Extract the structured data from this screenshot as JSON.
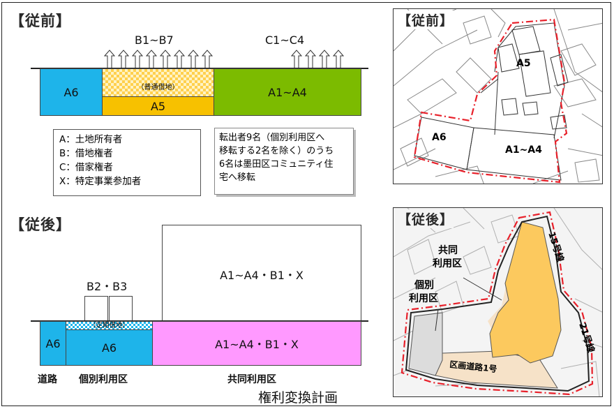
{
  "before": {
    "heading": "【従前】",
    "b_label": "B1~B7",
    "c_label": "C1~C4",
    "block_a6": "A6",
    "block_a5_sub": "（普通借地）",
    "block_a5": "A5",
    "block_a1a4": "A1~A4"
  },
  "legend": {
    "lines": [
      "A：土地所有者",
      "B：借地権者",
      "C：借家権者",
      "X：特定事業参加者"
    ]
  },
  "note": {
    "lines": [
      "転出者9名（個別利用区へ",
      "移転する2名を除く）のうち",
      "6名は墨田区コミュニティ住",
      "宅へ移転"
    ]
  },
  "after": {
    "heading": "【従後】",
    "tower_label": "A1~A4・B1・X",
    "b_label": "B2・B3",
    "block_a6_left": "A6",
    "block_sub": "（定期借地）",
    "block_a6": "A6",
    "block_main": "A1~A4・B1・X",
    "bottom_road": "道路",
    "bottom_individual": "個別利用区",
    "bottom_joint": "共同利用区"
  },
  "map_before": {
    "heading": "【従前】",
    "label_a5": "A5",
    "label_a6": "A6",
    "label_a1a4": "A1~A4"
  },
  "map_after": {
    "heading": "【従後】",
    "label_joint_1": "共同",
    "label_joint_2": "利用区",
    "label_indiv_1": "個別",
    "label_indiv_2": "利用区",
    "road_15": "15号線",
    "road_21": "21号線",
    "road_ward": "区画道路1号"
  },
  "caption": "権利変換計画",
  "colors": {
    "a6_blue": "#1eb4ea",
    "a5_orange": "#f7c100",
    "checker": "#ffd966",
    "a1a4_green": "#7cbb00",
    "joint_pink": "#ff99ff",
    "map_building": "#fcc95e",
    "map_joint": "#f6e2c8",
    "boundary_red": "#e8202a"
  }
}
